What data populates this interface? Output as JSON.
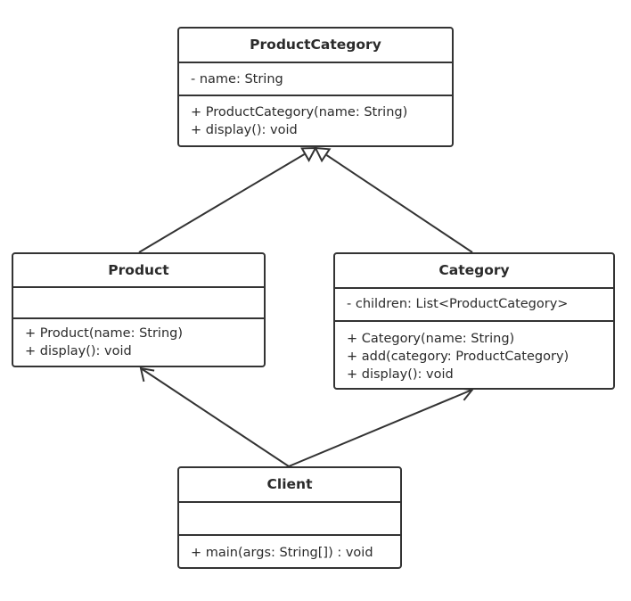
{
  "diagram": {
    "classes": {
      "product_category": {
        "name": "ProductCategory",
        "attributes": [
          "- name: String"
        ],
        "operations": [
          "+ ProductCategory(name: String)",
          "+ display(): void"
        ]
      },
      "product": {
        "name": "Product",
        "attributes": [],
        "operations": [
          "+ Product(name: String)",
          "+ display(): void"
        ]
      },
      "category": {
        "name": "Category",
        "attributes": [
          "- children: List<ProductCategory>"
        ],
        "operations": [
          "+ Category(name: String)",
          "+ add(category: ProductCategory)",
          "+ display(): void"
        ]
      },
      "client": {
        "name": "Client",
        "attributes": [],
        "operations": [
          "+ main(args: String[]) : void"
        ]
      }
    },
    "relationships": [
      {
        "type": "generalization",
        "from": "Product",
        "to": "ProductCategory"
      },
      {
        "type": "generalization",
        "from": "Category",
        "to": "ProductCategory"
      },
      {
        "type": "association",
        "from": "Client",
        "to": "Product"
      },
      {
        "type": "association",
        "from": "Client",
        "to": "Category"
      }
    ],
    "colors": {
      "stroke": "#333333",
      "background": "#ffffff",
      "text": "#2b2b2b"
    }
  }
}
